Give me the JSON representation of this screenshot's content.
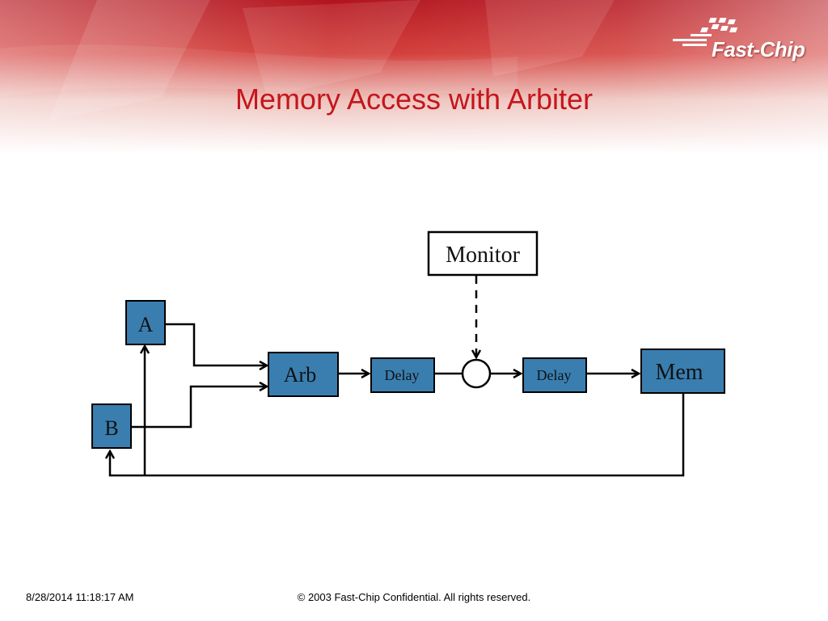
{
  "slide": {
    "title": "Memory Access with Arbiter",
    "logo": "Fast-Chip",
    "colors": {
      "title": "#c4161c",
      "block_fill": "#3a7eb0",
      "header_red": "#c8102e"
    }
  },
  "diagram": {
    "blocks": {
      "a": "A",
      "b": "B",
      "arb": "Arb",
      "delay_1": "Delay",
      "delay_2": "Delay",
      "mem": "Mem",
      "monitor": "Monitor"
    }
  },
  "footer": {
    "date": "8/28/2014 11:18:17 AM",
    "copyright": "© 2003 Fast-Chip Confidential. All rights reserved."
  }
}
